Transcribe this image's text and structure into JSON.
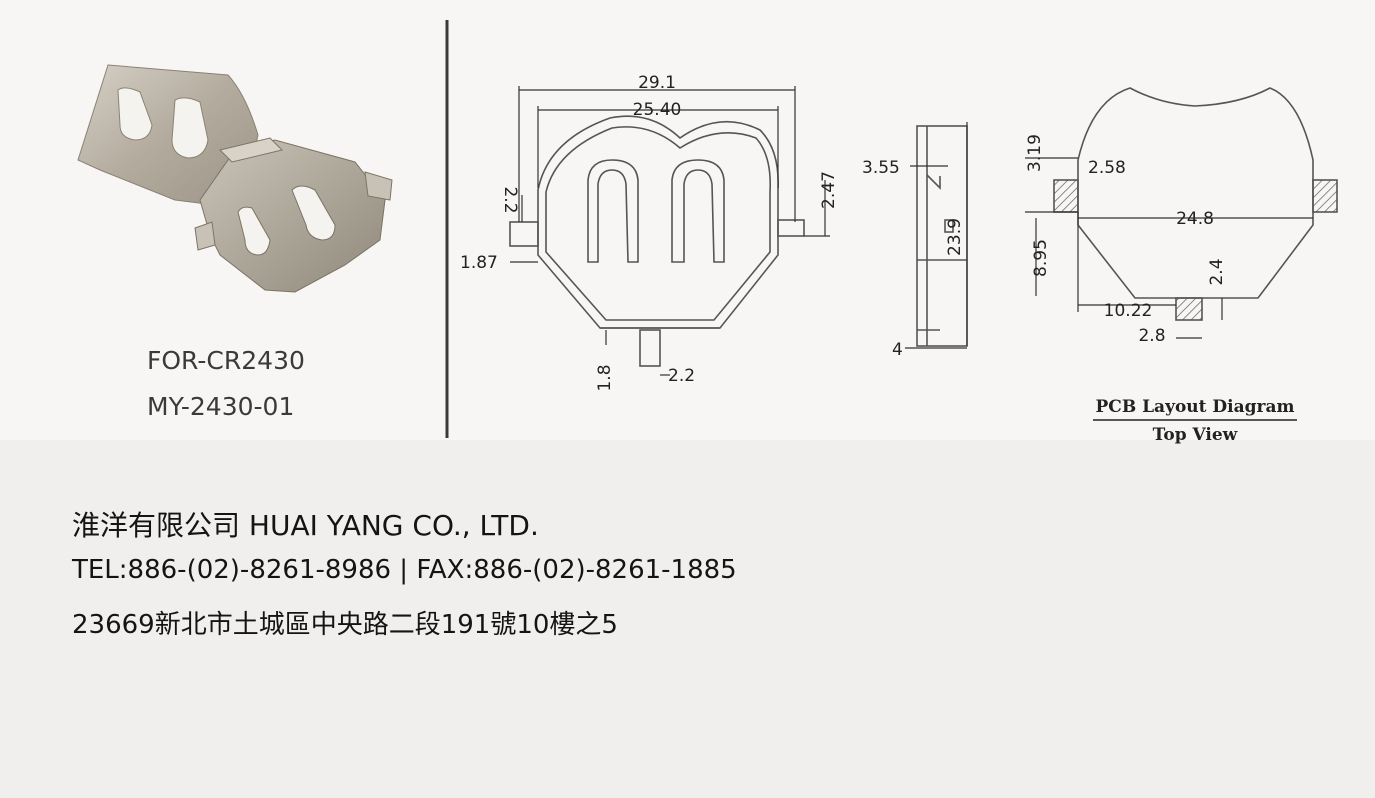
{
  "product": {
    "model_line1": "FOR-CR2430",
    "model_line2": "MY-2430-01"
  },
  "front_view": {
    "dims": {
      "overall_width": "29.1",
      "body_width": "25.40",
      "left_tab_height": "2.2",
      "left_offset": "1.87",
      "right_tab_height": "2.47",
      "bottom_tab_offset": "1.8",
      "bottom_tab_width": "2.2"
    }
  },
  "side_view": {
    "dims": {
      "tab_offset": "3.55",
      "height": "23.9",
      "base": "4"
    }
  },
  "pcb_layout": {
    "dims": {
      "top_gap": "3.19",
      "pad_width": "2.58",
      "pad_span": "24.8",
      "vertical_offset": "8.95",
      "bottom_pad_height": "2.4",
      "bottom_offset": "10.22",
      "bottom_pad_width": "2.8"
    },
    "caption_title": "PCB Layout Diagram",
    "caption_subtitle": "Top View"
  },
  "company": {
    "name": "淮洋有限公司 HUAI YANG CO., LTD.",
    "contact": "TEL:886-(02)-8261-8986 | FAX:886-(02)-8261-1885",
    "address": "23669新北市土城區中央路二段191號10樓之5"
  },
  "colors": {
    "background": "#f0efed",
    "line": "#555555",
    "metal": "#b9b2a6"
  }
}
